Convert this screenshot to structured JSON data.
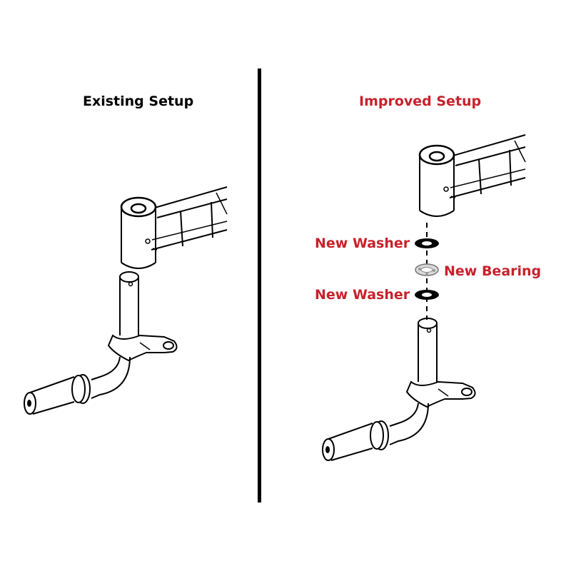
{
  "panels": {
    "left": {
      "title": "Existing Setup"
    },
    "right": {
      "title": "Improved Setup",
      "callouts": {
        "washer_top": "New Washer",
        "bearing": "New Bearing",
        "washer_bottom": "New Washer"
      }
    }
  },
  "colors": {
    "left_title": "#000000",
    "right_title": "#c8212b",
    "callout": "#c8212b",
    "line_art": "#000000"
  }
}
